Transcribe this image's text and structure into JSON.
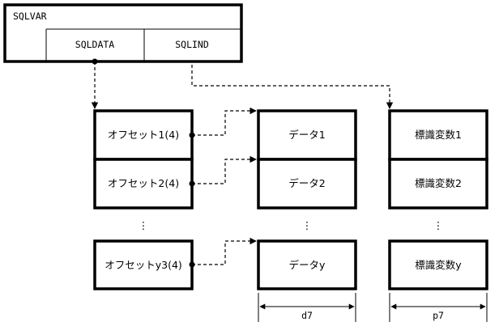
{
  "sqlvar": {
    "title": "SQLVAR",
    "field_data": "SQLDATA",
    "field_ind": "SQLIND"
  },
  "offsets": [
    "オフセット1(4)",
    "オフセット2(4)",
    "オフセットy3(4)"
  ],
  "data_items": [
    "データ1",
    "データ2",
    "データy"
  ],
  "indicators": [
    "標識変数1",
    "標識変数2",
    "標識変数y"
  ],
  "widths": {
    "data": "d7",
    "indicator": "p7"
  },
  "ellipsis": "⋮"
}
